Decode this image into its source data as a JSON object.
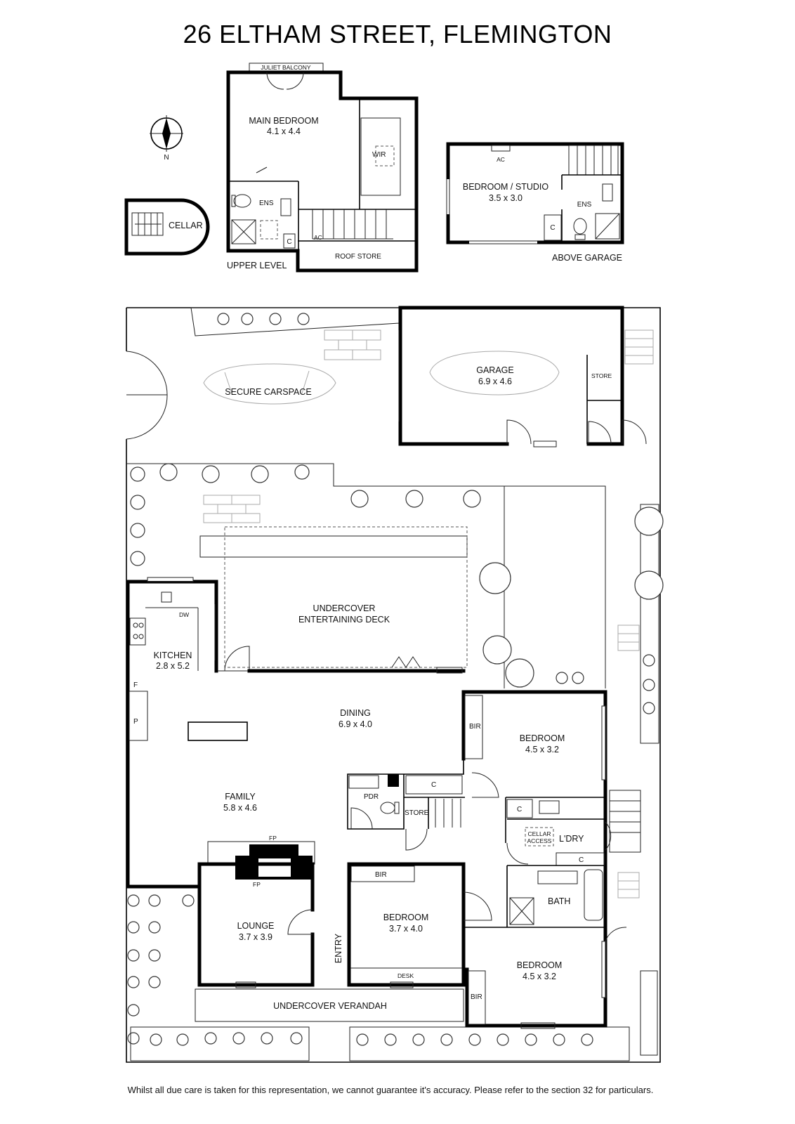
{
  "title": "26 ELTHAM STREET, FLEMINGTON",
  "compass": {
    "label": "N"
  },
  "upper_level": {
    "caption": "UPPER LEVEL",
    "juliet_balcony": "JULIET BALCONY",
    "main_bedroom": {
      "name": "MAIN BEDROOM",
      "size": "4.1 x 4.4"
    },
    "wir": "WIR",
    "ens": "ENS",
    "c": "C",
    "ac": "AC",
    "roof_store": "ROOF STORE"
  },
  "cellar": {
    "label": "CELLAR"
  },
  "above_garage": {
    "caption": "ABOVE GARAGE",
    "ac": "AC",
    "bedroom_studio": {
      "name": "BEDROOM / STUDIO",
      "size": "3.5 x 3.0"
    },
    "ens": "ENS",
    "c": "C"
  },
  "ground": {
    "secure_carspace": "SECURE CARSPACE",
    "garage": {
      "name": "GARAGE",
      "size": "6.9 x 4.6"
    },
    "store": "STORE",
    "deck": {
      "line1": "UNDERCOVER",
      "line2": "ENTERTAINING DECK"
    },
    "kitchen": {
      "name": "KITCHEN",
      "size": "2.8 x 5.2"
    },
    "dw": "DW",
    "f": "F",
    "p": "P",
    "dining": {
      "name": "DINING",
      "size": "6.9 x 4.0"
    },
    "family": {
      "name": "FAMILY",
      "size": "5.8 x 4.6"
    },
    "fp": "FP",
    "lounge": {
      "name": "LOUNGE",
      "size": "3.7 x 3.9"
    },
    "entry": "ENTRY",
    "pdr": "PDR",
    "store2": "STORE",
    "c": "C",
    "bir": "BIR",
    "bedroom_ne": {
      "name": "BEDROOM",
      "size": "4.5 x 3.2"
    },
    "bedroom_mid": {
      "name": "BEDROOM",
      "size": "3.7 x 4.0"
    },
    "bedroom_se": {
      "name": "BEDROOM",
      "size": "4.5 x 3.2"
    },
    "desk": "DESK",
    "laundry": "L'DRY",
    "cellar_access": {
      "line1": "CELLAR",
      "line2": "ACCESS"
    },
    "bath": "BATH",
    "verandah": "UNDERCOVER VERANDAH"
  },
  "disclaimer": "Whilst all due care is taken for this representation, we cannot guarantee it's accuracy. Please refer to the section 32 for particulars."
}
